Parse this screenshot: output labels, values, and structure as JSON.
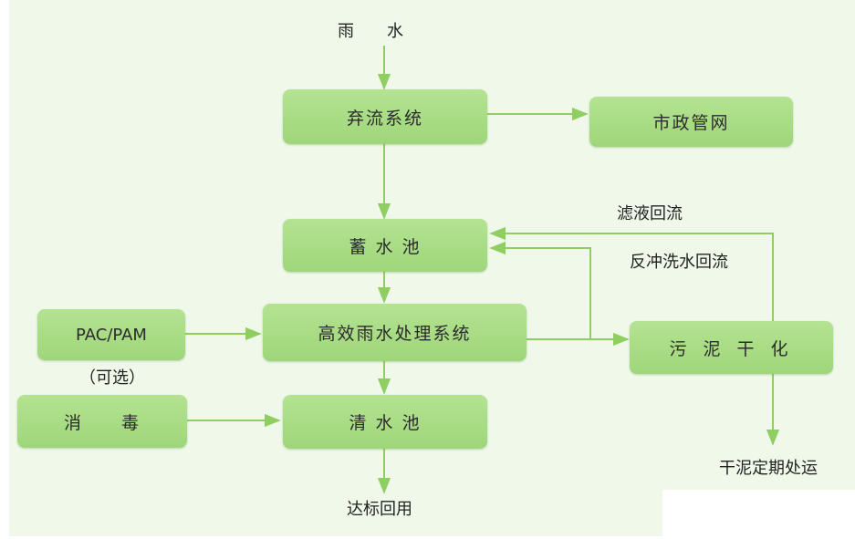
{
  "colors": {
    "background": "#f0f8ea",
    "box": "#a8db84",
    "arrow": "#8fcf62"
  },
  "labels": {
    "rain": "雨　　水",
    "filtrate_return": "滤液回流",
    "backwash_return": "反冲洗水回流",
    "optional": "（可选）",
    "reuse": "达标回用",
    "sludge_out": "干泥定期处运"
  },
  "boxes": {
    "diversion": "弃流系统",
    "municipal": "市政管网",
    "storage": "蓄 水 池",
    "pac_pam": "PAC/PAM",
    "treatment": "高效雨水处理系统",
    "sludge_dry": "污 泥 干 化",
    "disinfection": "消　　毒",
    "clear_pool": "清 水 池"
  }
}
